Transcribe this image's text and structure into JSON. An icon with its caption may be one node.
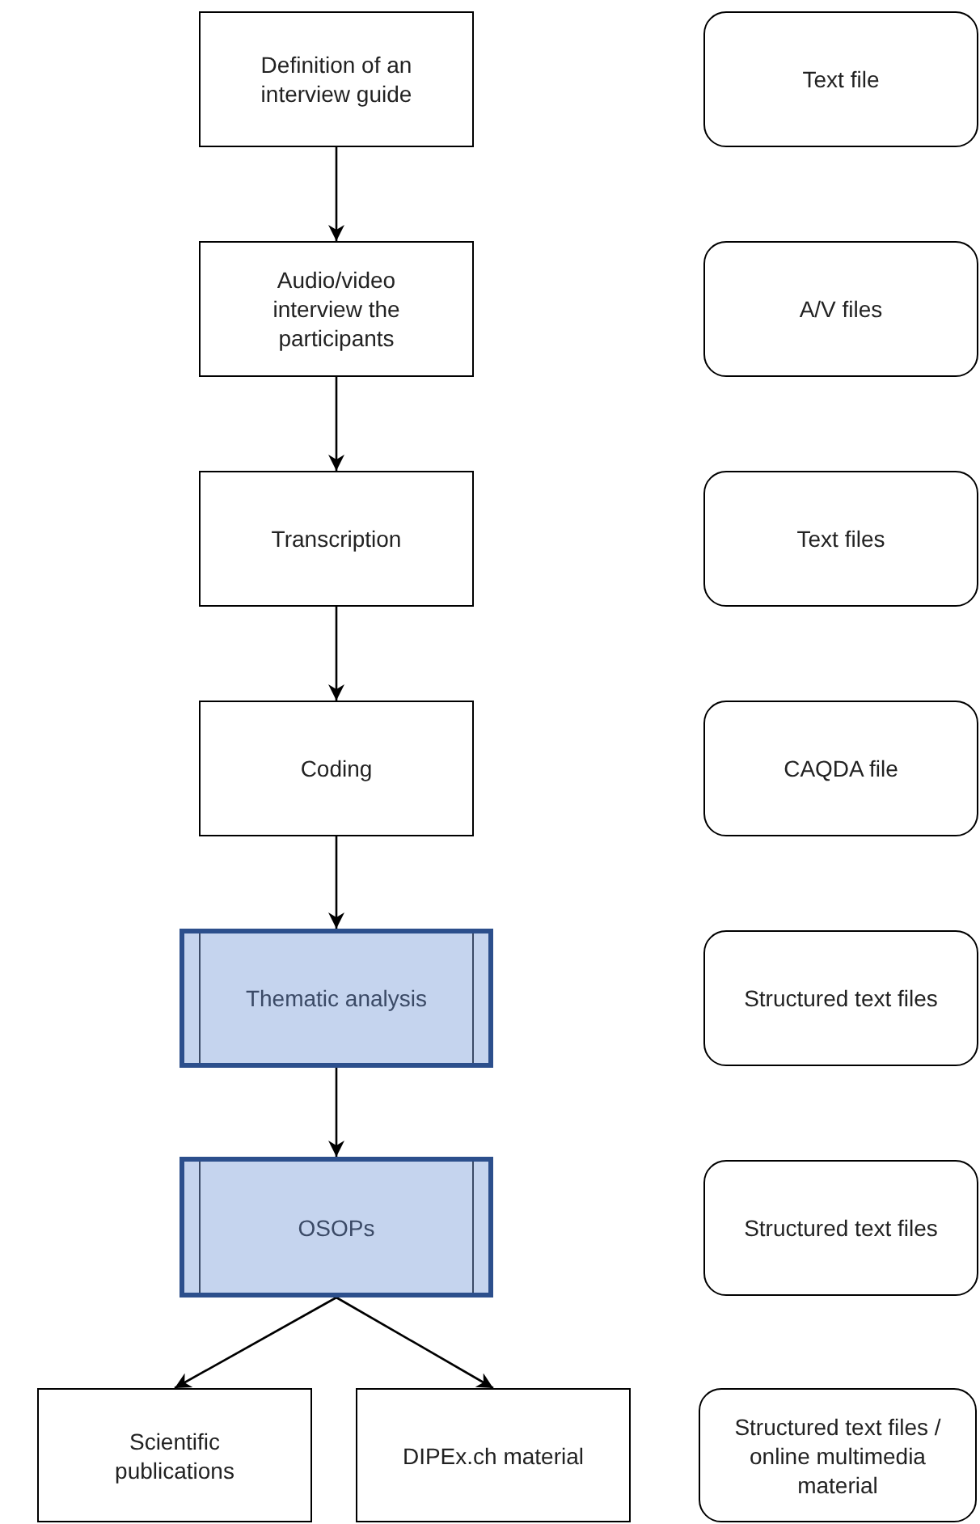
{
  "diagram": {
    "nodes": [
      {
        "text": [
          "Definition of an interview guide"
        ]
      },
      {
        "text": [
          "Text file"
        ]
      },
      {
        "text": [
          "Audio/video interview the participants"
        ]
      },
      {
        "text": [
          "A/V files"
        ]
      },
      {
        "text": [
          "Transcription"
        ]
      },
      {
        "text": [
          "Text files"
        ]
      },
      {
        "text": [
          "Coding"
        ]
      },
      {
        "text": [
          "CAQDA file"
        ]
      },
      {
        "text": [
          "Thematic analysis"
        ]
      },
      {
        "text": [
          "Structured text files"
        ]
      },
      {
        "text": [
          "OSOPs"
        ]
      },
      {
        "text": [
          "Structured text files"
        ]
      },
      {
        "text": [
          "Scientific publications"
        ]
      },
      {
        "text": [
          "DIPEx.ch material"
        ]
      },
      {
        "text": [
          "Structured text files / online multimedia material"
        ]
      }
    ],
    "edges": [
      {
        "from": 0,
        "to": 2,
        "arrow": "to"
      },
      {
        "from": 2,
        "to": 4,
        "arrow": "to"
      },
      {
        "from": 4,
        "to": 6,
        "arrow": "to"
      },
      {
        "from": 6,
        "to": 8,
        "arrow": "to"
      },
      {
        "from": 8,
        "to": 10,
        "arrow": "to"
      },
      {
        "from": 10,
        "to": 12,
        "arrow": "to"
      },
      {
        "from": 10,
        "to": 13,
        "arrow": "to"
      }
    ]
  }
}
